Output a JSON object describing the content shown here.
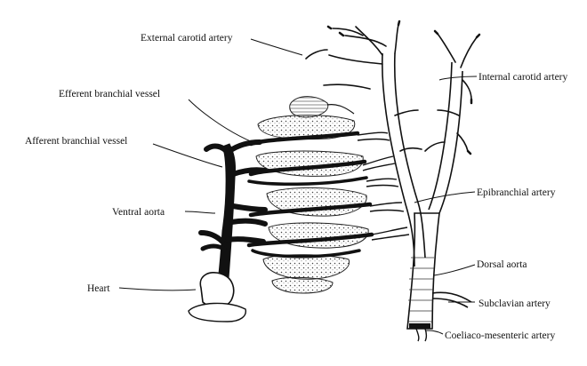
{
  "labels": {
    "external_carotid": "External carotid artery",
    "internal_carotid": "Internal carotid artery",
    "efferent_branchial": "Efferent branchial vessel",
    "afferent_branchial": "Afferent branchial vessel",
    "epibranchial": "Epibranchial artery",
    "ventral_aorta": "Ventral aorta",
    "heart": "Heart",
    "dorsal_aorta": "Dorsal aorta",
    "subclavian": "Subclavian artery",
    "coeliaco_mesenteric": "Coeliaco-mesenteric artery"
  }
}
